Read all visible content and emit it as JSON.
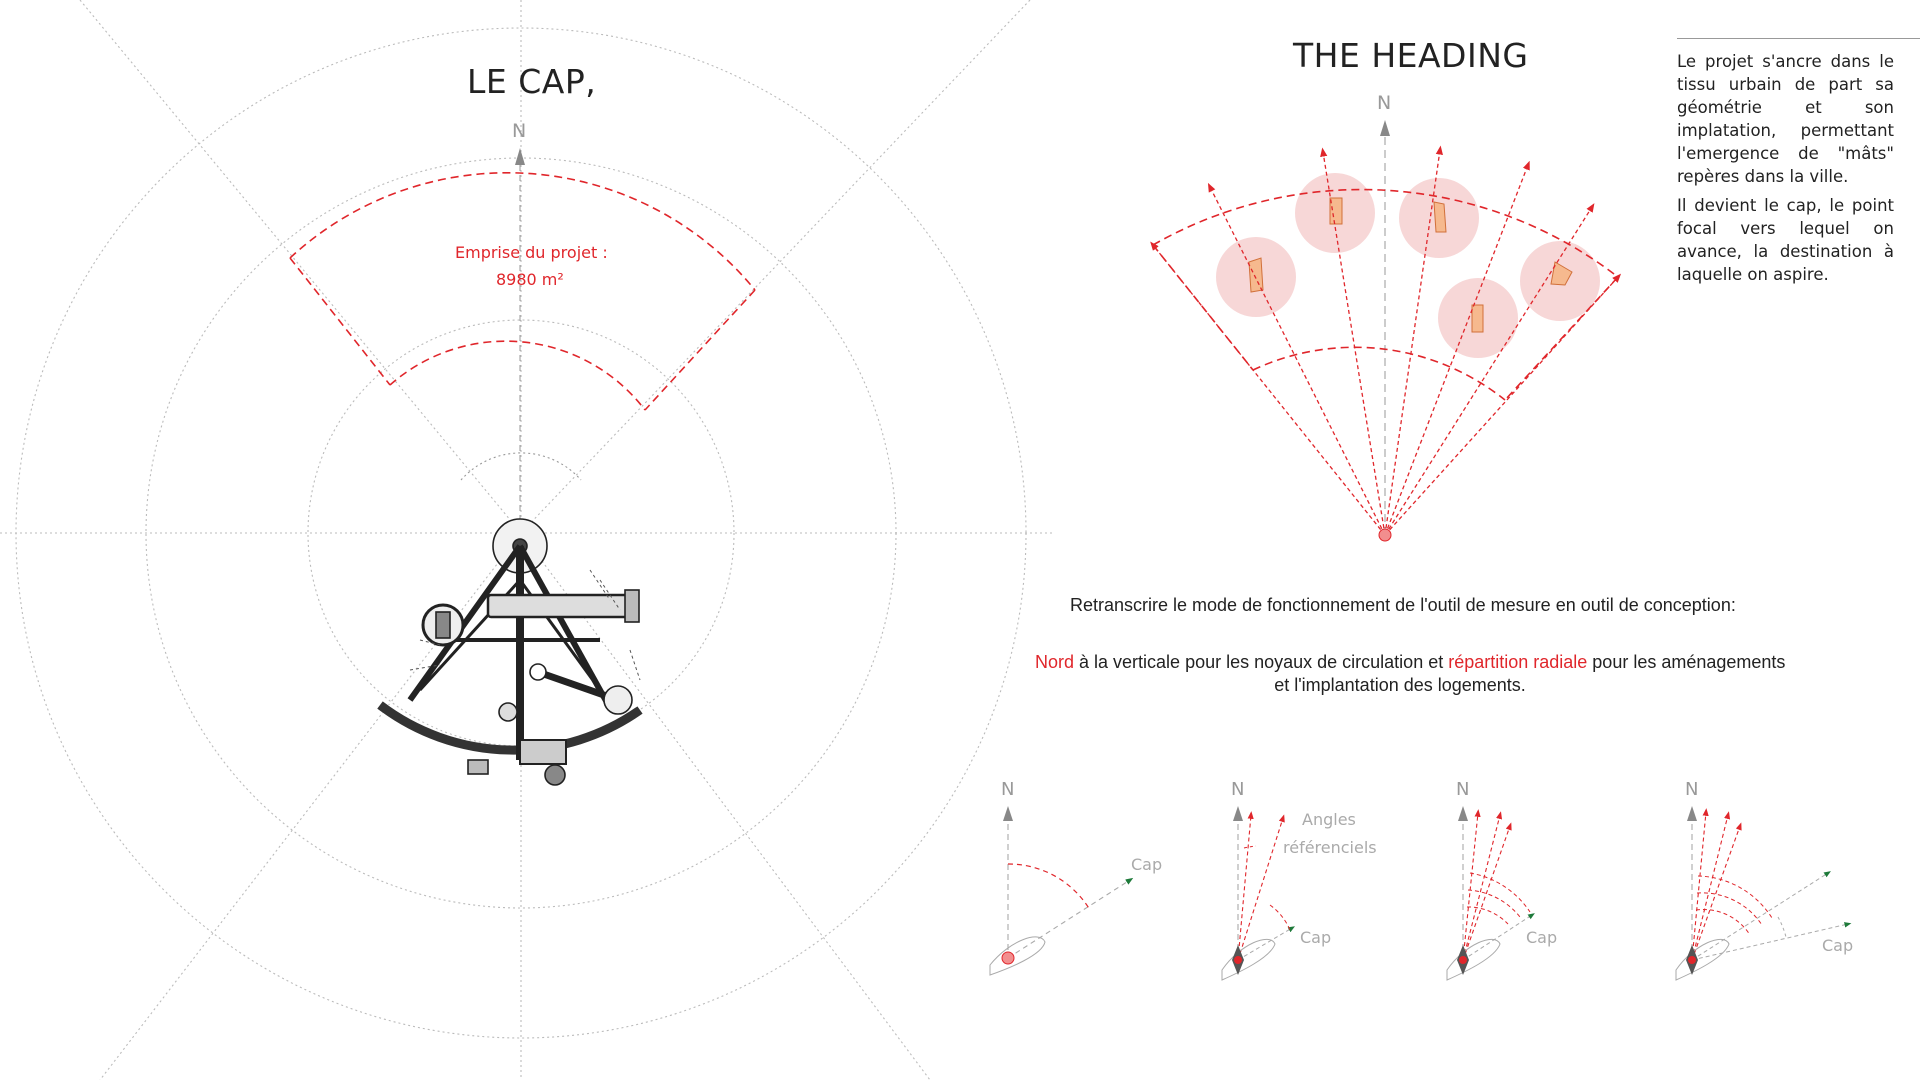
{
  "left_panel": {
    "title": "LE CAP,",
    "north_label": "N",
    "emprise_label": "Emprise du projet :",
    "emprise_value": "8980 m²"
  },
  "right_panel": {
    "title": "THE HEADING",
    "north_label": "N"
  },
  "side_text": {
    "paragraph_1": "Le projet s'ancre dans le tissu urbain de part sa géométrie et son implatation, permettant l'emergence de \"mâts\" repères dans la ville.",
    "paragraph_2": "Il devient le cap, le point focal vers lequel on avance, la destination à laquelle on aspire."
  },
  "caption": {
    "line_1": "Retranscrire le mode de fonctionnement de l'outil de mesure en outil de conception:",
    "nord": "Nord",
    "part_a": " à la verticale pour les noyaux de circulation et ",
    "radial": "répartition radiale",
    "part_b": " pour les aménagements",
    "line_3": "et l'implantation des logements."
  },
  "small_diagrams": {
    "north_label": "N",
    "cap_label": "Cap",
    "angles_line_1": "Angles",
    "angles_line_2": "référenciels"
  },
  "colors": {
    "accent_red": "#e0262b",
    "guide_grey": "#b5b5b5",
    "circle_fill": "#f7d7d7",
    "core_fill": "#f6b98e",
    "cap_green": "#1e7a3a"
  }
}
